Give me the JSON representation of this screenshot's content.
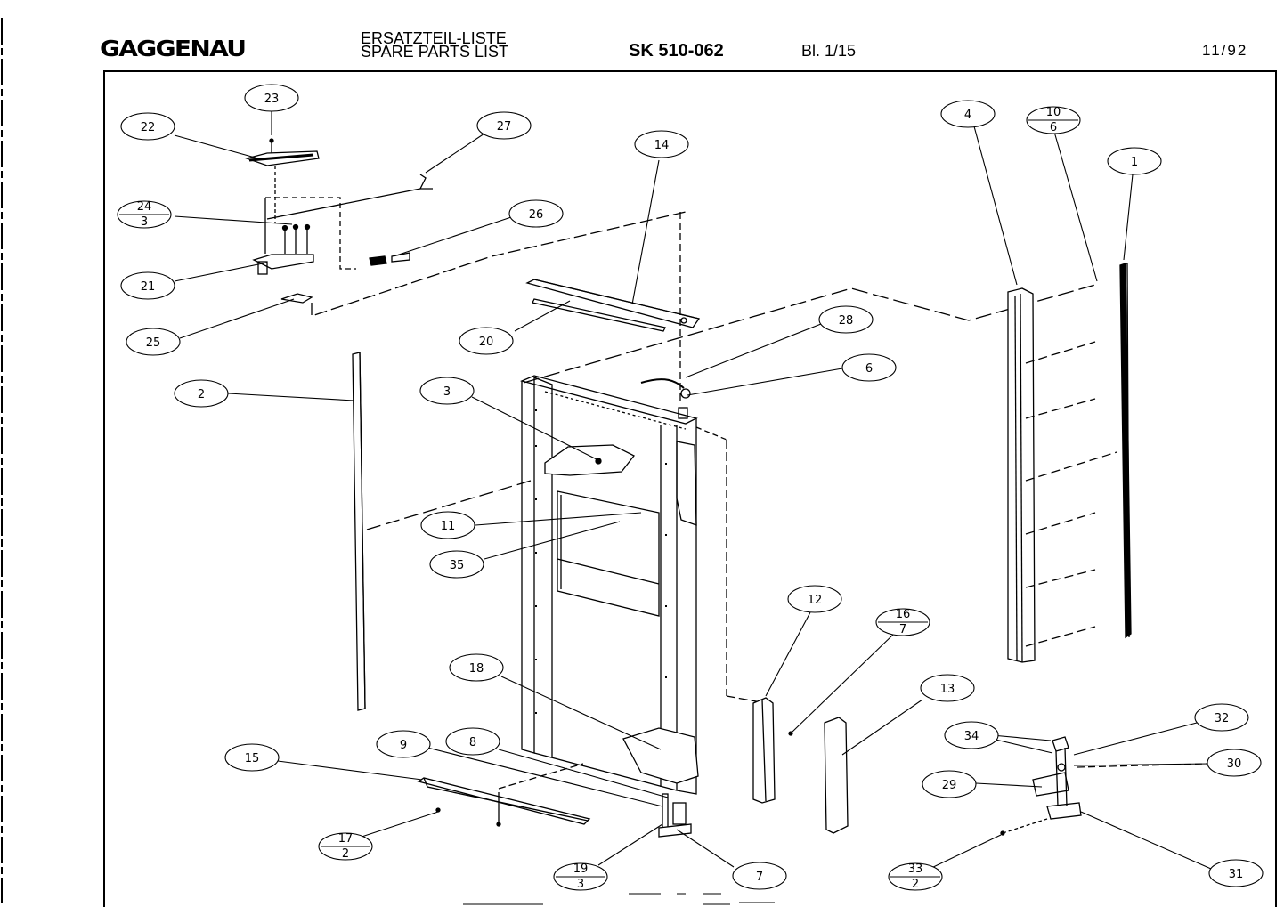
{
  "header": {
    "brand": "GAGGENAU",
    "title_de": "ERSATZTEIL-LISTE",
    "title_en": "SPARE PARTS LIST",
    "model": "SK 510-062",
    "sheet": "Bl. 1/15",
    "date": "11/92"
  },
  "callouts": [
    {
      "id": "c23",
      "text": "23"
    },
    {
      "id": "c22",
      "text": "22"
    },
    {
      "id": "c27",
      "text": "27"
    },
    {
      "id": "c14",
      "text": "14"
    },
    {
      "id": "c4",
      "text": "4"
    },
    {
      "id": "c1",
      "text": "1"
    },
    {
      "id": "c26",
      "text": "26"
    },
    {
      "id": "c21",
      "text": "21"
    },
    {
      "id": "c25",
      "text": "25"
    },
    {
      "id": "c20",
      "text": "20"
    },
    {
      "id": "c28",
      "text": "28"
    },
    {
      "id": "c6",
      "text": "6"
    },
    {
      "id": "c2",
      "text": "2"
    },
    {
      "id": "c3",
      "text": "3"
    },
    {
      "id": "c11",
      "text": "11"
    },
    {
      "id": "c35",
      "text": "35"
    },
    {
      "id": "c12",
      "text": "12"
    },
    {
      "id": "c13",
      "text": "13"
    },
    {
      "id": "c18",
      "text": "18"
    },
    {
      "id": "c9",
      "text": "9"
    },
    {
      "id": "c8",
      "text": "8"
    },
    {
      "id": "c15",
      "text": "15"
    },
    {
      "id": "c34",
      "text": "34"
    },
    {
      "id": "c32",
      "text": "32"
    },
    {
      "id": "c30",
      "text": "30"
    },
    {
      "id": "c29",
      "text": "29"
    },
    {
      "id": "c7",
      "text": "7"
    },
    {
      "id": "c31",
      "text": "31"
    }
  ],
  "fractions": [
    {
      "id": "f24",
      "top": "24",
      "bottom": "3"
    },
    {
      "id": "f10",
      "top": "10",
      "bottom": "6"
    },
    {
      "id": "f16",
      "top": "16",
      "bottom": "7"
    },
    {
      "id": "f17",
      "top": "17",
      "bottom": "2"
    },
    {
      "id": "f19",
      "top": "19",
      "bottom": "3"
    },
    {
      "id": "f33",
      "top": "33",
      "bottom": "2"
    }
  ]
}
